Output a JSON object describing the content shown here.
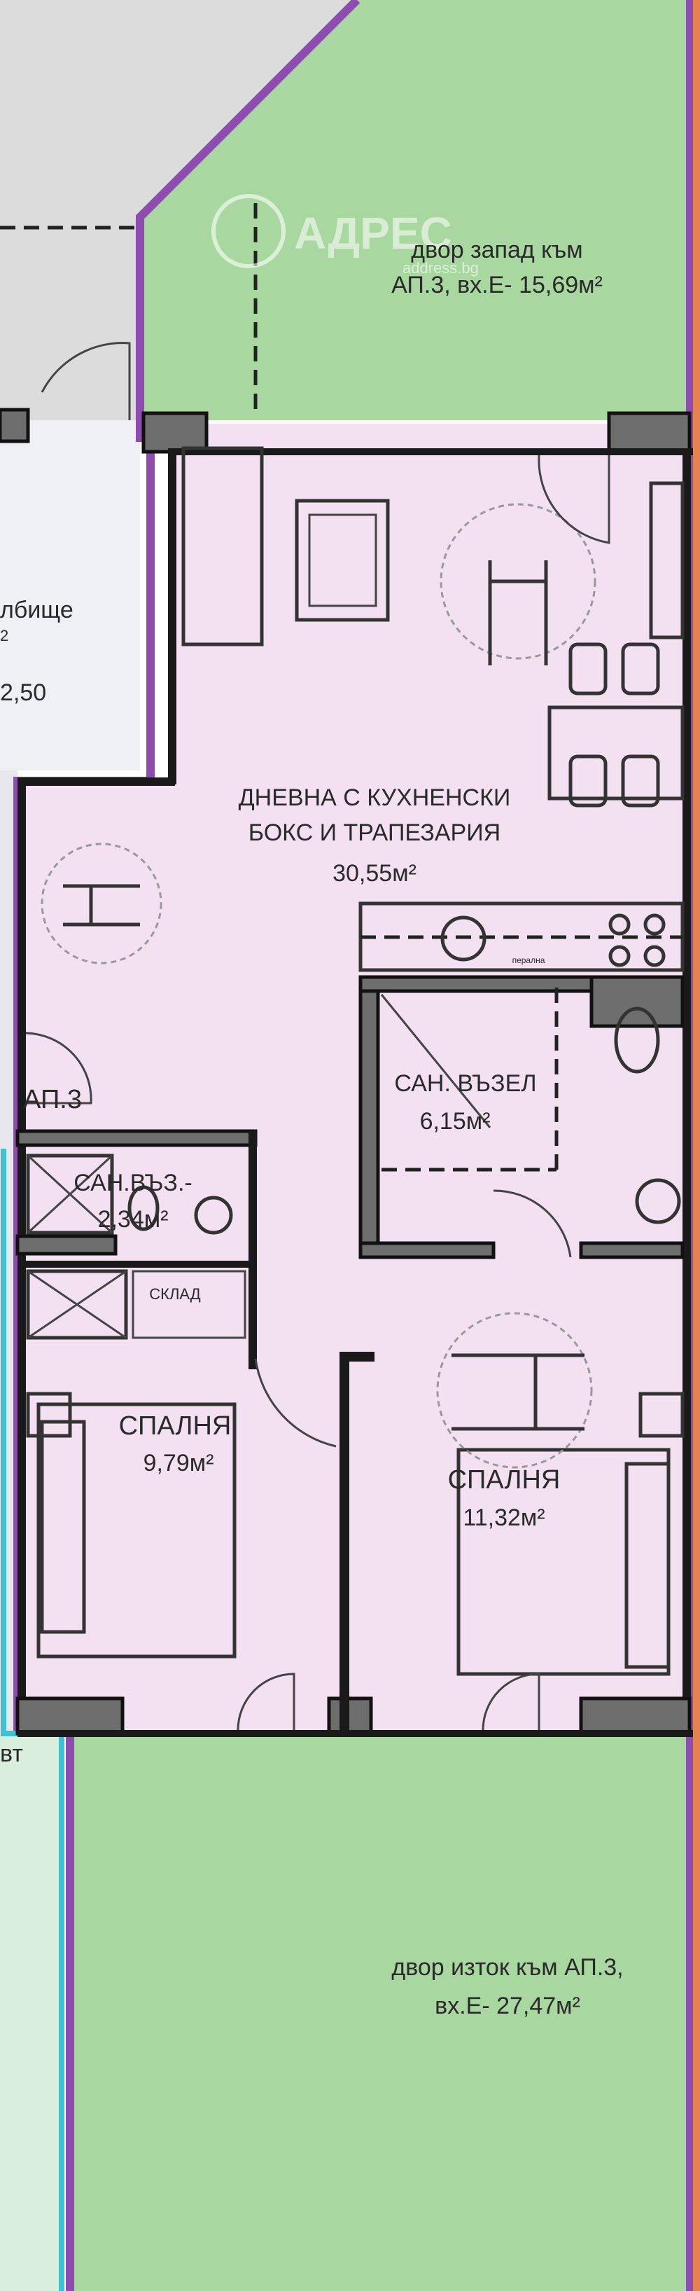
{
  "colors": {
    "apartment_fill": "#f3e1f1",
    "yard_fill": "#a8d7a0",
    "neighbor_fill": "#dcdcdc",
    "neighbor_light": "#eef0f3",
    "neighbor_green": "#d9eedd",
    "boundary_purple": "#8e4bb0",
    "boundary_cyan": "#3ec1d3",
    "wall": "#1a1a1a"
  },
  "watermark": {
    "brand": "АДРЕС",
    "site": "address.bg"
  },
  "rooms": {
    "yard_west": {
      "line1": "двор запад към",
      "line2": "АП.3, вх.Е- 15,69м²"
    },
    "living": {
      "line1": "ДНЕВНА С КУХНЕНСКИ",
      "line2": "БОКС И ТРАПЕЗАРИЯ",
      "area": "30,55м²"
    },
    "bathroom": {
      "name": "САН. ВЪЗЕЛ",
      "area": "6,15м²"
    },
    "apartment_tag": "АП.3",
    "wc": {
      "name": "САН.ВЪЗ.-",
      "area": "2,34м²"
    },
    "storage": {
      "name": "СКЛАД"
    },
    "bedroom1": {
      "name": "СПАЛНЯ",
      "area": "9,79м²"
    },
    "bedroom2": {
      "name": "СПАЛНЯ",
      "area": "11,32м²"
    },
    "yard_east": {
      "line1": "двор изток към АП.3,",
      "line2": "вх.Е- 27,47м²"
    },
    "neighbor_top": {
      "name": "лбище",
      "sup": "2",
      "value": "2,50"
    },
    "neighbor_bottom": {
      "name": "вт"
    },
    "laundry": "перална"
  }
}
